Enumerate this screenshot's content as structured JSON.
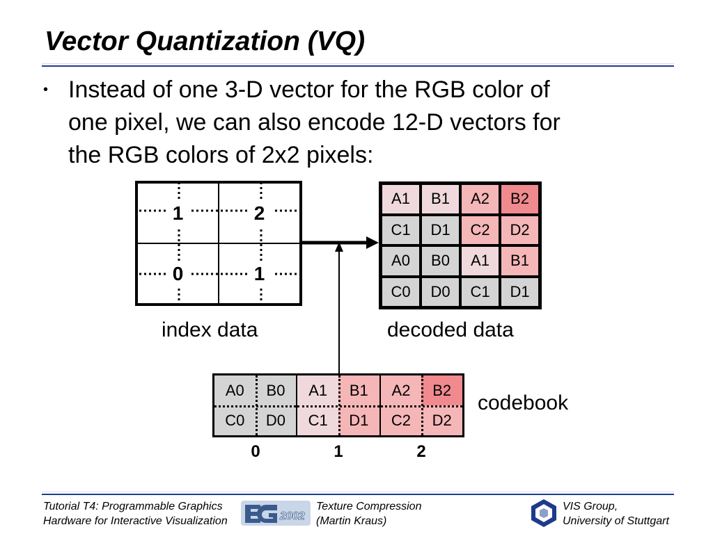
{
  "title": "Vector Quantization (VQ)",
  "bullet": {
    "marker": "•",
    "lines": [
      "Instead of one 3-D vector for the RGB color of",
      "one pixel, we can also encode 12-D vectors for",
      "the RGB colors of 2x2 pixels:"
    ]
  },
  "index_data": {
    "label": "index data",
    "cells": [
      "1",
      "2",
      "0",
      "1"
    ]
  },
  "decoded_data": {
    "label": "decoded data",
    "rows": [
      [
        "A1",
        "B1",
        "A2",
        "B2"
      ],
      [
        "C1",
        "D1",
        "C2",
        "D2"
      ],
      [
        "A0",
        "B0",
        "A1",
        "B1"
      ],
      [
        "C0",
        "D0",
        "C1",
        "D1"
      ]
    ],
    "shades": [
      [
        1,
        1,
        2,
        3
      ],
      [
        0,
        0,
        2,
        2
      ],
      [
        0,
        0,
        1,
        2
      ],
      [
        0,
        0,
        0,
        0
      ]
    ]
  },
  "codebook": {
    "label": "codebook",
    "entries": [
      {
        "index": "0",
        "cells": [
          "A0",
          "B0",
          "C0",
          "D0"
        ],
        "shades": [
          0,
          0,
          0,
          0
        ]
      },
      {
        "index": "1",
        "cells": [
          "A1",
          "B1",
          "C1",
          "D1"
        ],
        "shades": [
          1,
          2,
          1,
          2
        ]
      },
      {
        "index": "2",
        "cells": [
          "A2",
          "B2",
          "C2",
          "D2"
        ],
        "shades": [
          2,
          3,
          2,
          2
        ]
      }
    ]
  },
  "colors": {
    "shade0": "#d4d4d4",
    "shade1": "#efd9dc",
    "shade2": "#f5b6b8",
    "shade3": "#f08a8e",
    "rule": "#1f3a8a"
  },
  "footer": {
    "left_line1": "Tutorial T4: Programmable Graphics",
    "left_line2": "Hardware for Interactive Visualization",
    "center_line1": "Texture Compression",
    "center_line2": "(Martin Kraus)",
    "right_line1": "VIS Group,",
    "right_line2": "University of Stuttgart",
    "eg_logo_text": "2002",
    "icons": [
      "eurographics-logo",
      "vis-group-logo"
    ]
  }
}
